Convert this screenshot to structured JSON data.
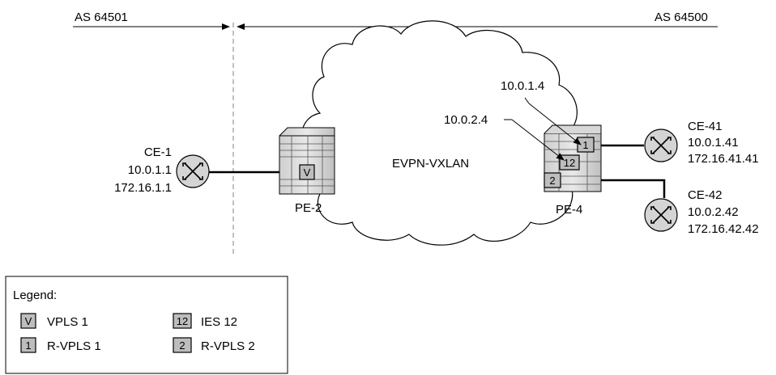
{
  "as_labels": {
    "left": "AS 64501",
    "right": "AS 64500"
  },
  "cloud_label": "EVPN-VXLAN",
  "nodes": {
    "ce1": {
      "name": "CE-1",
      "ip1": "10.0.1.1",
      "ip2": "172.16.1.1"
    },
    "pe2": {
      "name": "PE-2",
      "port": "V"
    },
    "pe4": {
      "name": "PE-4",
      "port_top": "1",
      "port_mid": "12",
      "port_bot": "2"
    },
    "ce41": {
      "name": "CE-41",
      "ip1": "10.0.1.41",
      "ip2": "172.16.41.41"
    },
    "ce42": {
      "name": "CE-42",
      "ip1": "10.0.2.42",
      "ip2": "172.16.42.42"
    }
  },
  "callouts": {
    "a": "10.0.1.4",
    "b": "10.0.2.4"
  },
  "legend": {
    "title": "Legend:",
    "items": [
      {
        "icon": "V",
        "label": "VPLS 1"
      },
      {
        "icon": "12",
        "label": "IES 12"
      },
      {
        "icon": "1",
        "label": "R-VPLS 1"
      },
      {
        "icon": "2",
        "label": "R-VPLS 2"
      }
    ]
  },
  "colors": {
    "router_fill": "#d4d4d4",
    "port_fill": "#bdbdbd",
    "line": "#000000",
    "dashed": "#808080"
  }
}
